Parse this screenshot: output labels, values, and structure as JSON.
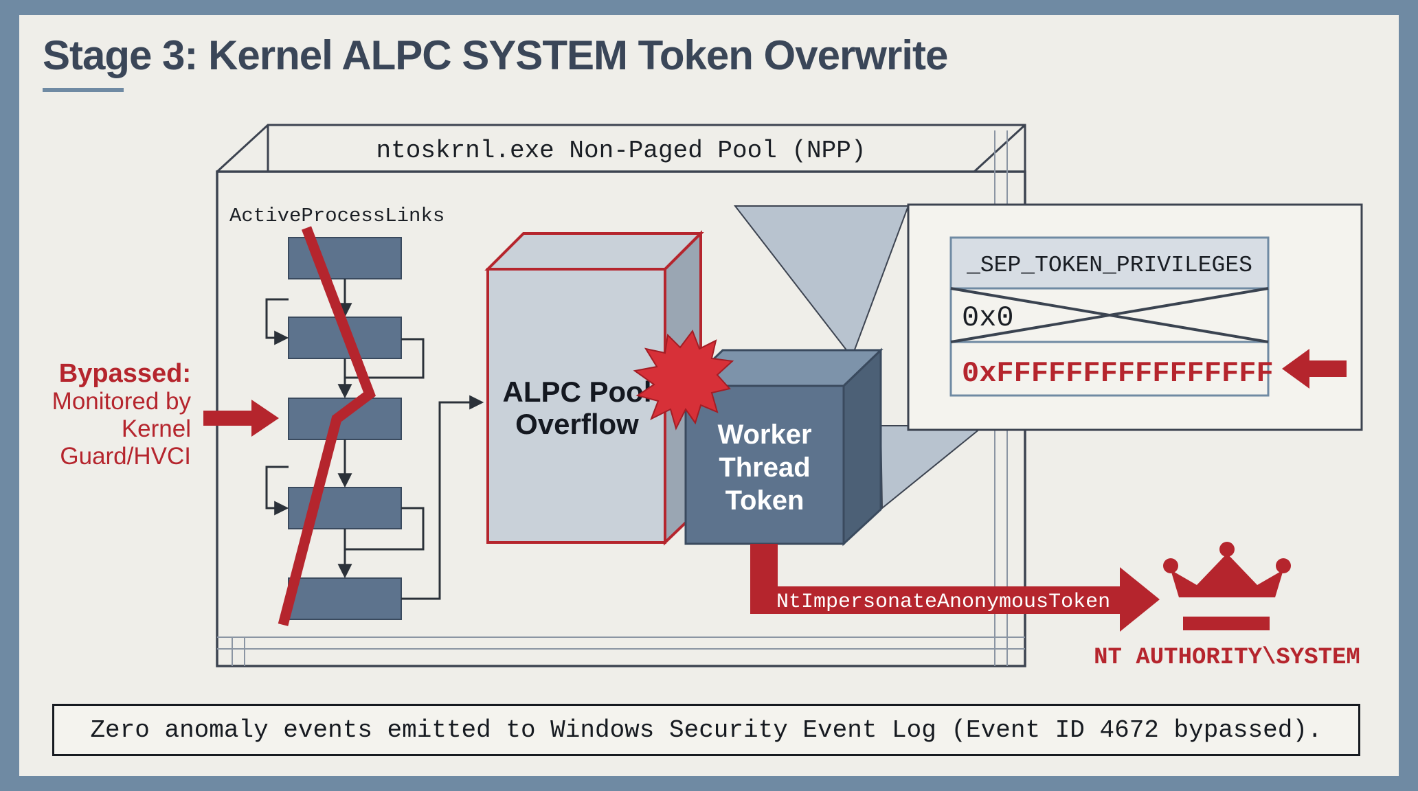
{
  "title": "Stage 3: Kernel ALPC SYSTEM Token Overwrite",
  "pool_label": "ntoskrnl.exe Non-Paged Pool (NPP)",
  "active_process_links_label": "ActiveProcessLinks",
  "bypass_note": {
    "heading": "Bypassed:",
    "lines": [
      "Monitored by",
      "Kernel",
      "Guard/HVCI"
    ]
  },
  "alpc_block": {
    "lines": [
      "ALPC Pool",
      "Overflow"
    ]
  },
  "worker_token": {
    "lines": [
      "Worker",
      "Thread",
      "Token"
    ]
  },
  "token_table": {
    "header": "_SEP_TOKEN_PRIVILEGES",
    "old_value": "0x0",
    "new_value": "0xFFFFFFFFFFFFFFFF"
  },
  "impersonate_call": "NtImpersonateAnonymousToken",
  "result_label": "NT AUTHORITY\\SYSTEM",
  "footer": "Zero anomaly events emitted to Windows Security Event Log (Event ID 4672 bypassed).",
  "colors": {
    "accent_red": "#b5252d",
    "slate_blue": "#5d738d",
    "dark_text": "#1a1e24",
    "title_text": "#3a4658",
    "background": "#efeee9"
  },
  "icons": [
    "crown-icon",
    "explosion-icon",
    "arrow-right-icon",
    "arrow-left-icon"
  ]
}
